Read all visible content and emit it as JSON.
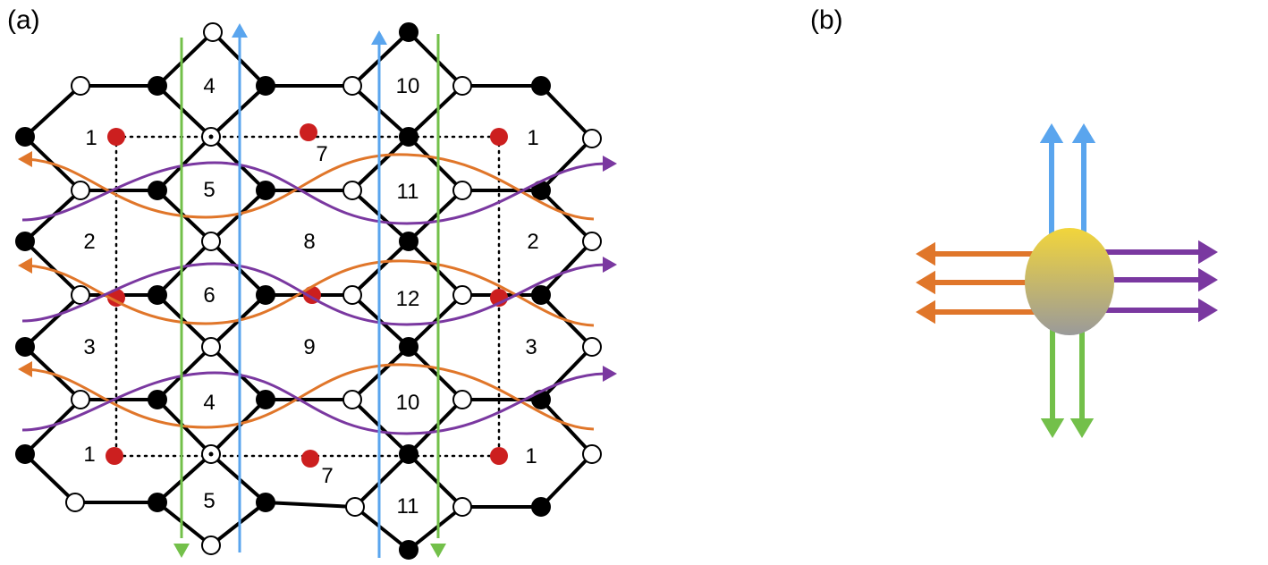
{
  "panels": {
    "a": {
      "label": "(a)"
    },
    "b": {
      "label": "(b)"
    }
  },
  "face_labels": [
    {
      "text": "4"
    },
    {
      "text": "10"
    },
    {
      "text": "1"
    },
    {
      "text": "7"
    },
    {
      "text": "1"
    },
    {
      "text": "5"
    },
    {
      "text": "11"
    },
    {
      "text": "2"
    },
    {
      "text": "8"
    },
    {
      "text": "2"
    },
    {
      "text": "6"
    },
    {
      "text": "12"
    },
    {
      "text": "3"
    },
    {
      "text": "9"
    },
    {
      "text": "3"
    },
    {
      "text": "4"
    },
    {
      "text": "10"
    },
    {
      "text": "1"
    },
    {
      "text": "7"
    },
    {
      "text": "1"
    },
    {
      "text": "5"
    },
    {
      "text": "11"
    }
  ],
  "colors": {
    "edge": "#000000",
    "red_point": "#cc1f1f",
    "orange": "#e0762a",
    "purple": "#7a38a0",
    "blue": "#5aa5ee",
    "green": "#73c04a",
    "blob_top": "#f2d53b",
    "blob_bottom": "#9a9a9a"
  }
}
